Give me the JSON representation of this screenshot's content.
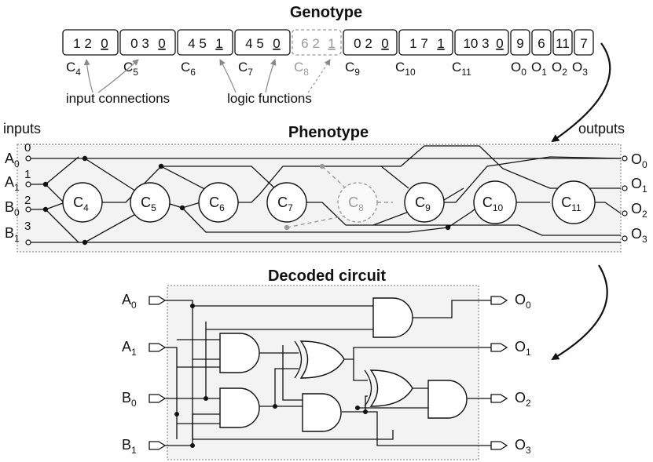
{
  "titles": {
    "genotype": "Genotype",
    "phenotype": "Phenotype",
    "decoded": "Decoded circuit",
    "inputs": "inputs",
    "outputs": "outputs"
  },
  "annotations": {
    "input_connections": "input connections",
    "logic_functions": "logic functions"
  },
  "genes": [
    {
      "conn": "1 2",
      "func": "0",
      "node": "C",
      "sub": "4"
    },
    {
      "conn": "0 3",
      "func": "0",
      "node": "C",
      "sub": "5"
    },
    {
      "conn": "4 5",
      "func": "1",
      "node": "C",
      "sub": "6"
    },
    {
      "conn": "4 5",
      "func": "0",
      "node": "C",
      "sub": "7"
    },
    {
      "conn": "6 2",
      "func": "1",
      "node": "C",
      "sub": "8"
    },
    {
      "conn": "0 2",
      "func": "0",
      "node": "C",
      "sub": "9"
    },
    {
      "conn": "1 7",
      "func": "1",
      "node": "C",
      "sub": "10"
    },
    {
      "conn": "10 3",
      "func": "0",
      "node": "C",
      "sub": "11"
    }
  ],
  "output_genes": [
    {
      "val": "9",
      "node": "O",
      "sub": "0"
    },
    {
      "val": "6",
      "node": "O",
      "sub": "1"
    },
    {
      "val": "11",
      "node": "O",
      "sub": "2"
    },
    {
      "val": "7",
      "node": "O",
      "sub": "3"
    }
  ],
  "inputs": [
    {
      "name": "A",
      "sub": "0",
      "index": "0"
    },
    {
      "name": "A",
      "sub": "1",
      "index": "1"
    },
    {
      "name": "B",
      "sub": "0",
      "index": "2"
    },
    {
      "name": "B",
      "sub": "1",
      "index": "3"
    }
  ],
  "outputs": [
    {
      "name": "O",
      "sub": "0"
    },
    {
      "name": "O",
      "sub": "1"
    },
    {
      "name": "O",
      "sub": "2"
    },
    {
      "name": "O",
      "sub": "3"
    }
  ],
  "phenotype_nodes": [
    {
      "name": "C",
      "sub": "4"
    },
    {
      "name": "C",
      "sub": "5"
    },
    {
      "name": "C",
      "sub": "6"
    },
    {
      "name": "C",
      "sub": "7"
    },
    {
      "name": "C",
      "sub": "8"
    },
    {
      "name": "C",
      "sub": "9"
    },
    {
      "name": "C",
      "sub": "10"
    },
    {
      "name": "C",
      "sub": "11"
    }
  ]
}
